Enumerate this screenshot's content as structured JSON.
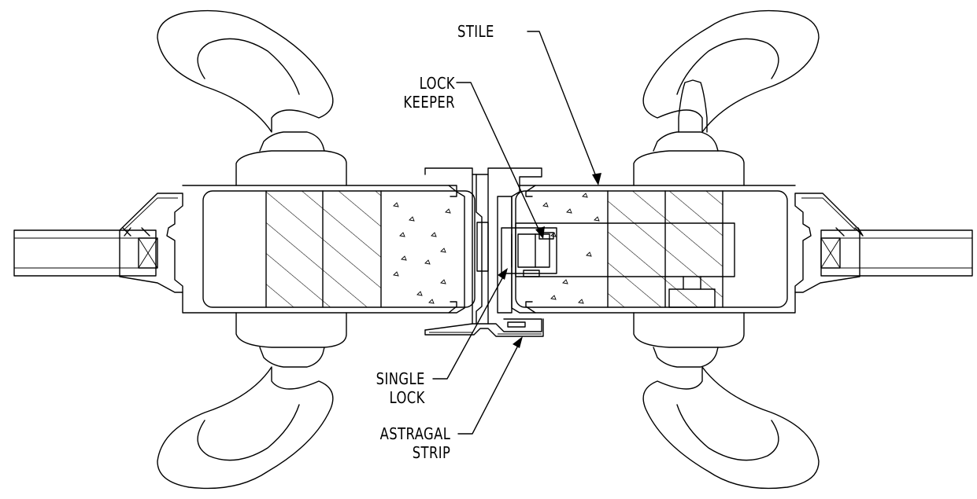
{
  "labels": {
    "stile": "STILE",
    "lock_keeper": [
      "LOCK",
      "KEEPER"
    ],
    "single_lock": [
      "SINGLE",
      "LOCK"
    ],
    "astragal_strip": [
      "ASTRAGAL",
      "STRIP"
    ]
  }
}
